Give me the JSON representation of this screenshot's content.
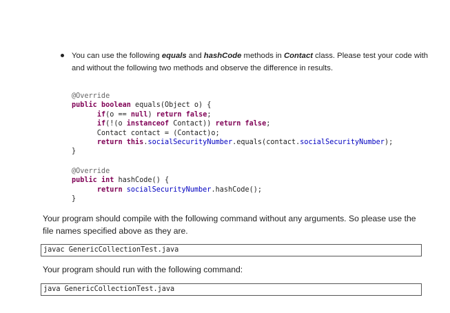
{
  "bullet": {
    "t1": "You can use the following ",
    "equals": "equals",
    "t2": " and ",
    "hashcode": "hashCode",
    "t3": " methods in ",
    "contact": "Contact",
    "t4": " class. Please test your code with and without the following two methods and observe the difference in results."
  },
  "code1": {
    "l1_ann": "@Override",
    "l2_kw1": "public",
    "l2_kw2": "boolean",
    "l2_rest": " equals(Object o) {",
    "l3_ind": "      ",
    "l3_kw": "if",
    "l3_a": "(o == ",
    "l3_null": "null",
    "l3_b": ") ",
    "l3_ret": "return",
    "l3_false": "false",
    "l3_c": ";",
    "l4_ind": "      ",
    "l4_kw": "if",
    "l4_a": "(!(o ",
    "l4_inst": "instanceof",
    "l4_b": " Contact)) ",
    "l4_ret": "return",
    "l4_false": "false",
    "l4_c": ";",
    "l5": "      Contact contact = (Contact)o;",
    "l6_ind": "      ",
    "l6_ret": "return",
    "l6_this": "this",
    "l6_a": ".",
    "l6_f1": "socialSecurityNumber",
    "l6_b": ".equals(contact.",
    "l6_f2": "socialSecurityNumber",
    "l6_c": ");",
    "l7": "}"
  },
  "code2": {
    "l1_ann": "@Override",
    "l2_kw1": "public",
    "l2_kw2": "int",
    "l2_rest": " hashCode() {",
    "l3_ind": "      ",
    "l3_ret": "return",
    "l3_f": "socialSecurityNumber",
    "l3_rest": ".hashCode();",
    "l4": "}"
  },
  "para1": "Your program should compile with the following command without any arguments. So please use the file names specified above as they are.",
  "cmd1": "javac GenericCollectionTest.java",
  "para2": "Your program should run with the following command:",
  "cmd2": "java GenericCollectionTest.java"
}
